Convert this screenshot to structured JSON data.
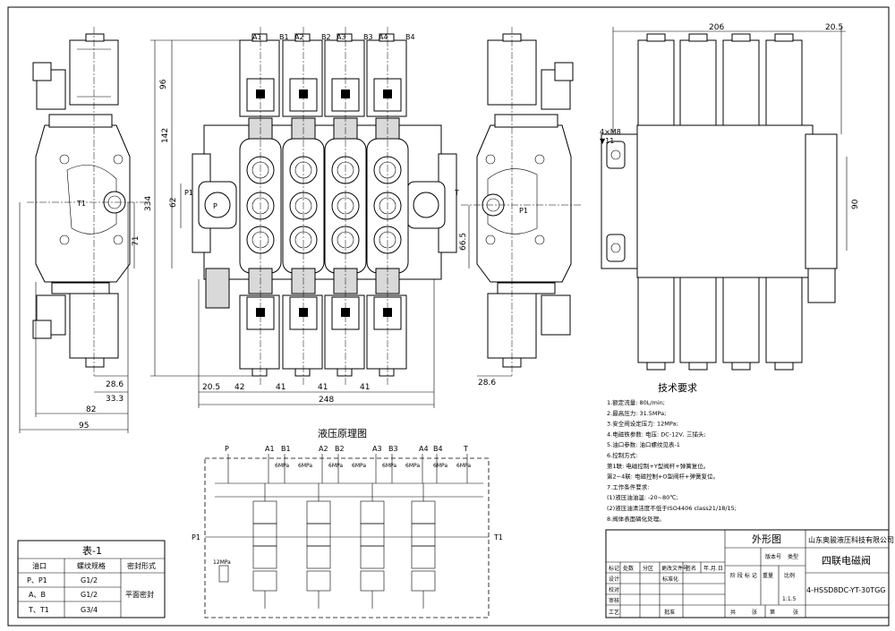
{
  "front_view": {
    "ports_top": [
      "A1",
      "B1",
      "A2",
      "B2",
      "A3",
      "B3",
      "A4",
      "B4"
    ],
    "p1": "P1",
    "p": "P",
    "t": "T",
    "dims": {
      "height_96": "96",
      "height_142": "142",
      "height_62": "62",
      "height_334": "334",
      "w_20_5": "20.5",
      "w_42": "42",
      "w_41a": "41",
      "w_41b": "41",
      "w_41c": "41",
      "w_248": "248"
    }
  },
  "left_view": {
    "t1": "T1",
    "dims": {
      "d71": "71",
      "d28_6": "28.6",
      "d33_3": "33.3",
      "d82": "82",
      "d95": "95"
    }
  },
  "right_view": {
    "p1": "P1",
    "dims": {
      "d66_5": "66.5",
      "d28_6": "28.6"
    }
  },
  "top_view": {
    "dims": {
      "d206": "206",
      "d20_5": "20.5",
      "d90": "90"
    },
    "bolt_note_1": "4×M8",
    "bolt_note_2": "▼11"
  },
  "schematic": {
    "title": "液压原理图",
    "ports": [
      "P",
      "A1",
      "B1",
      "A2",
      "B2",
      "A3",
      "B3",
      "A4",
      "B4",
      "T"
    ],
    "p1": "P1",
    "t1": "T1",
    "relief": "12MPa",
    "port_relief": [
      "6MPa",
      "6MPa",
      "6MPa",
      "6MPa",
      "6MPa",
      "6MPa",
      "6MPa",
      "6MPa"
    ]
  },
  "table1": {
    "title": "表-1",
    "headers": [
      "油口",
      "螺纹规格",
      "密封形式"
    ],
    "rows": [
      [
        "P、P1",
        "G1/2"
      ],
      [
        "A、B",
        "G1/2"
      ],
      [
        "T、T1",
        "G3/4"
      ]
    ],
    "seal": "平面密封"
  },
  "tech": {
    "title": "技术要求",
    "lines": [
      "1.额定流量: 80L/min;",
      "2.最高压力: 31.5MPa;",
      "3.安全阀设定压力: 12MPa;",
      "4.电磁铁参数: 电压: DC-12V, 三插头;",
      "5.油口参数: 油口螺纹见表-1",
      "6.控制方式:",
      "  第1联: 电磁控制+Y型阀杆+弹簧复位。",
      "  第2~4联: 电磁控制+O型阀杆+弹簧复位。",
      "7.工作条件要求:",
      "  (1)液压油油温: -20~80℃;",
      "  (2)液压油清洁度不低于ISO4406 class21/18/15;",
      "8.阀体表面磷化处理。"
    ]
  },
  "title_block": {
    "drawing_type": "外形图",
    "company": "山东奥骏液压科技有限公司",
    "product": "四联电磁阀",
    "model": "4-HSSD8DC-YT-30TGG",
    "scale": "1:1.5",
    "labels": {
      "version": "版本号",
      "type": "类型",
      "weight": "重量",
      "ratio": "比例",
      "stage": "阶 段 标 记",
      "mark": "标记",
      "count": "处数",
      "zone": "分区",
      "docno": "更改文件号",
      "sign": "签名",
      "date": "年.月.日",
      "design": "设计",
      "std": "标准化",
      "check": "校对",
      "review": "审核",
      "craft": "工艺",
      "approve": "批准",
      "total": "共",
      "sheet": "张",
      "page": "第",
      "sheet2": "张"
    }
  }
}
